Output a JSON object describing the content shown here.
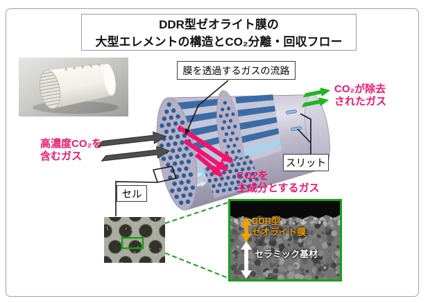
{
  "figure": {
    "title_line1": "DDR型ゼオライト膜の",
    "title_line2": "大型エレメントの構造とCO₂分離・回収フロー"
  },
  "callouts": {
    "permeate_path": "膜を透過するガスの流路",
    "slit": "スリット",
    "cell": "セル"
  },
  "flows": {
    "clean_gas_line1": "CO₂が除去",
    "clean_gas_line2": "されたガス",
    "feed_gas_line1": "高濃度CO₂を",
    "feed_gas_line2": "含むガス",
    "permeate_gas_line1": "CO2を",
    "permeate_gas_line2": "主成分とするガス"
  },
  "sem_inset": {
    "membrane_line1": "DDR型",
    "membrane_line2": "ゼオライト膜",
    "substrate": "セラミック基材"
  },
  "colors": {
    "pink": "#f0146e",
    "green": "#22b422",
    "orange": "#f0a000",
    "inset_border_green": "#18a018",
    "arrow_gray": "#4e4e4e",
    "cylinder_lavender": "#b6b1c6",
    "channel_blue": "#3b6ba4"
  }
}
